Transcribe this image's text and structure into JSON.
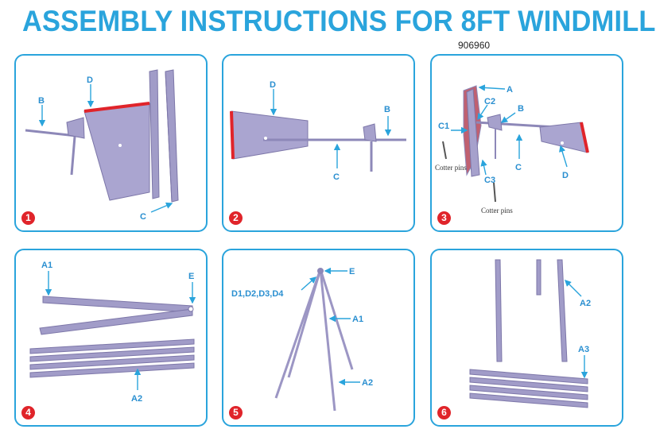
{
  "title": "ASSEMBLY INSTRUCTIONS FOR 8FT WINDMILL",
  "code": "906960",
  "steps": [
    {
      "number": "1",
      "labels": {
        "d": "D",
        "b": "B",
        "c": "C"
      }
    },
    {
      "number": "2",
      "labels": {
        "d": "D",
        "b": "B",
        "c": "C"
      }
    },
    {
      "number": "3",
      "labels": {
        "a": "A",
        "c2": "C2",
        "b": "B",
        "c1": "C1",
        "c": "C",
        "d": "D",
        "c3": "C3"
      },
      "notes": {
        "pins1": "Cotter pins",
        "pins2": "Cotter pins"
      }
    },
    {
      "number": "4",
      "labels": {
        "a1": "A1",
        "e": "E",
        "a2": "A2"
      }
    },
    {
      "number": "5",
      "labels": {
        "e": "E",
        "d": "D1,D2,D3,D4",
        "a1": "A1",
        "a2": "A2"
      }
    },
    {
      "number": "6",
      "labels": {
        "a2": "A2",
        "a3": "A3"
      }
    }
  ],
  "colors": {
    "accent": "#2aa4dc",
    "part": "#9c96c4",
    "edge": "#e0242a",
    "badge": "#e0242a"
  }
}
